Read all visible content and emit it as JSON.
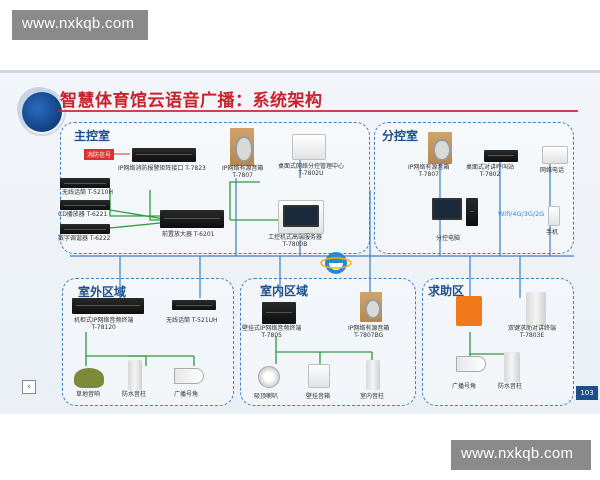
{
  "watermark": {
    "top": "www.nxkqb.com",
    "bottom": "www.nxkqb.com"
  },
  "title": "智慧体育馆云语音广播：系统架构",
  "zones": {
    "main": "主控室",
    "sub": "分控室",
    "outdoor": "室外区域",
    "indoor": "室内区域",
    "help": "求助区"
  },
  "labels": {
    "fire_signal": "消防信号",
    "fire_control_interface": "IP网络消防报警矩阵接口 T-7823",
    "ip_speaker_main": "IP网络有源音箱\nT-7807",
    "desktop_paging_main": "桌面式网络分控管理中心\nT-7802U",
    "wireless_mic_main": "无线话筒 T-5210H",
    "cd_player": "CD播放器 T-6221",
    "tuner": "数字调谐器 T-6222",
    "pre_amp": "前置放大器 T-6201",
    "server": "工控机式高端服务器\nT-7800B",
    "ip_speaker_sub": "IP网络有源音箱\nT-7807",
    "desktop_intercom_sub": "桌面式对讲呼叫站\nT-7802",
    "network_phone": "网络电话",
    "wifi": "Wifi/4G/3G/2G",
    "pc_sub": "分控电脑",
    "mobile": "手机",
    "outdoor_terminal": "机柜式IP网络音频终端\nT-78120",
    "wireless_mic_outdoor": "无线话筒 T-521UH",
    "lawn_speaker": "草地音响",
    "outdoor_column": "防水音柱",
    "horn_outdoor": "广播号角",
    "indoor_terminal": "壁挂式IP网络音频终端\nT-7805",
    "ip_speaker_indoor": "IP网络有源音箱\nT-7807BG",
    "ceiling_speaker": "吸顶喇叭",
    "wall_speaker": "壁挂音箱",
    "indoor_column": "室内音柱",
    "help_button": "双键求助对讲终端\nT-7803E",
    "horn_help": "广播号角",
    "help_column": "防水音柱"
  },
  "page_number": "103",
  "nav_prev": "‹"
}
